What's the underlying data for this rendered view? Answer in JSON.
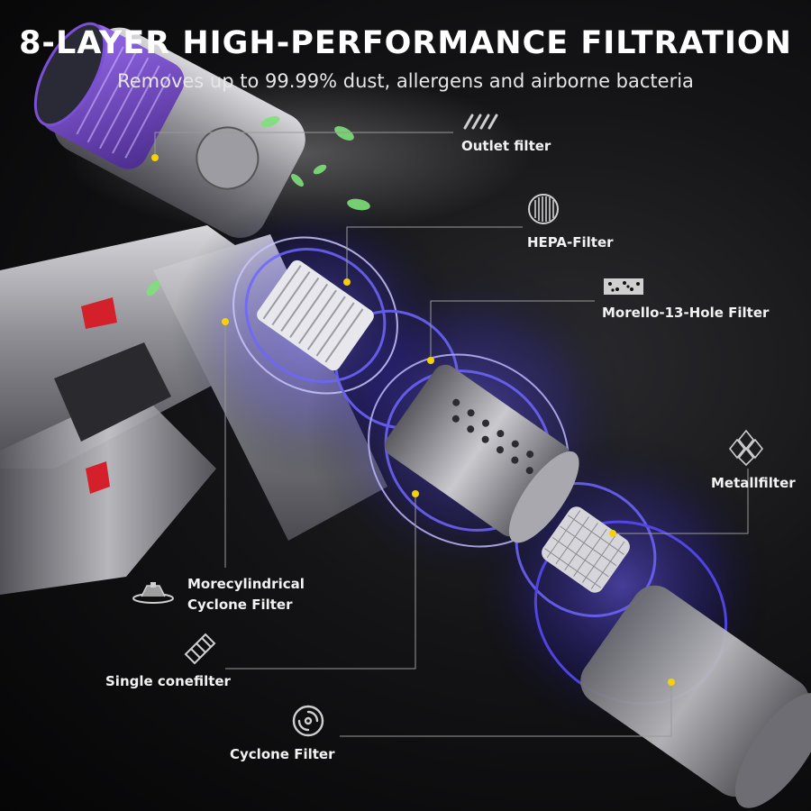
{
  "header": {
    "title": "8-LAYER HIGH-PERFORMANCE FILTRATION",
    "subtitle": "Removes up to 99.99% dust, allergens and airborne bacteria"
  },
  "callouts": {
    "outlet": {
      "label": "Outlet filter",
      "icon": "slash-pattern-icon"
    },
    "hepa": {
      "label": "HEPA-Filter",
      "icon": "hepa-grid-icon"
    },
    "morello": {
      "label": "Morello-13-Hole Filter",
      "icon": "perforated-plate-icon"
    },
    "metall": {
      "label": "Metallfilter",
      "icon": "diamond-mesh-icon"
    },
    "morecyl": {
      "line1": "Morecylindrical",
      "line2": "Cyclone Filter",
      "icon": "cyclone-cone-icon"
    },
    "single": {
      "label": "Single conefilter",
      "icon": "cone-filter-icon"
    },
    "cyclone": {
      "label": "Cyclone Filter",
      "icon": "swirl-icon"
    }
  },
  "colors": {
    "background": "#0b0b0c",
    "accent_dot": "#f5d10a",
    "leader_line": "#9a9a9a",
    "glow": "#4a3cff",
    "purple_bin": "#7b4fd6"
  }
}
